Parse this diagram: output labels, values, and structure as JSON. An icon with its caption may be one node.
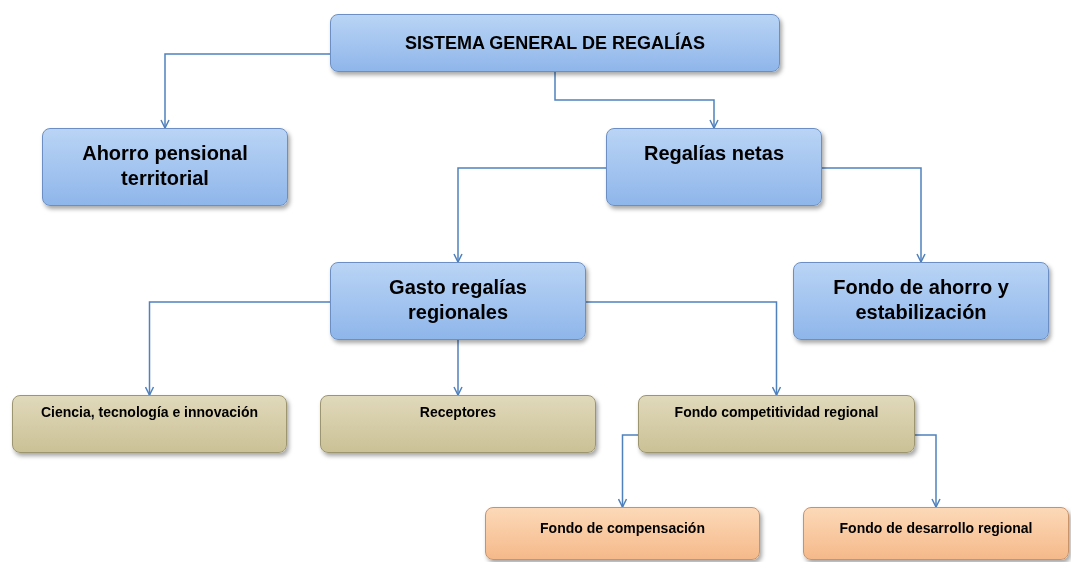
{
  "diagram": {
    "nodes": [
      {
        "text": [
          "SISTEMA GENERAL DE REGALÍAS"
        ]
      },
      {
        "text": [
          "Ahorro pensional territorial"
        ]
      },
      {
        "text": [
          "Regalías netas"
        ]
      },
      {
        "text": [
          "Gasto regalías regionales"
        ]
      },
      {
        "text": [
          "Fondo de ahorro y estabilización"
        ]
      },
      {
        "text": [
          "Ciencia, tecnología e innovación"
        ]
      },
      {
        "text": [
          "Receptores"
        ]
      },
      {
        "text": [
          "Fondo competitividad regional"
        ]
      },
      {
        "text": [
          "Fondo de compensación"
        ]
      },
      {
        "text": [
          "Fondo de desarrollo regional"
        ]
      }
    ],
    "edges": [
      {
        "from": 0,
        "to": 1,
        "arrow": "to"
      },
      {
        "from": 0,
        "to": 2,
        "arrow": "to"
      },
      {
        "from": 2,
        "to": 3,
        "arrow": "to"
      },
      {
        "from": 2,
        "to": 4,
        "arrow": "to"
      },
      {
        "from": 3,
        "to": 5,
        "arrow": "to"
      },
      {
        "from": 3,
        "to": 6,
        "arrow": "to"
      },
      {
        "from": 3,
        "to": 7,
        "arrow": "to"
      },
      {
        "from": 7,
        "to": 8,
        "arrow": "to"
      },
      {
        "from": 7,
        "to": 9,
        "arrow": "to"
      }
    ]
  }
}
